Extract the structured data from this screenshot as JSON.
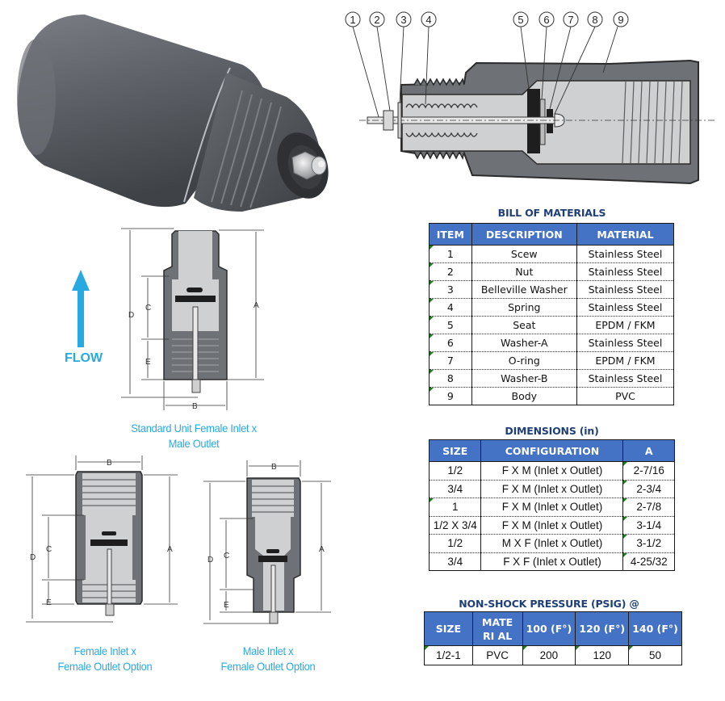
{
  "photo": {
    "alt": "PVC valve body photo"
  },
  "cross_section": {
    "callouts": [
      "1",
      "2",
      "3",
      "4",
      "5",
      "6",
      "7",
      "8",
      "9"
    ]
  },
  "diagrams": {
    "flow_label": "FLOW",
    "dim_labels": {
      "a": "A",
      "b": "B",
      "c": "C",
      "d": "D",
      "e": "E"
    },
    "standard_caption_line1": "Standard Unit Female Inlet x",
    "standard_caption_line2": "Male Outlet",
    "fxf_caption_line1": "Female Inlet x",
    "fxf_caption_line2": "Female Outlet Option",
    "mxf_caption_line1": "Male Inlet x",
    "mxf_caption_line2": "Female Outlet Option"
  },
  "bom": {
    "title": "BILL OF MATERIALS",
    "headers": [
      "ITEM",
      "DESCRIPTION",
      "MATERIAL"
    ],
    "rows": [
      {
        "item": "1",
        "description": "Scew",
        "material": "Stainless Steel"
      },
      {
        "item": "2",
        "description": "Nut",
        "material": "Stainless Steel"
      },
      {
        "item": "3",
        "description": "Belleville Washer",
        "material": "Stainless Steel"
      },
      {
        "item": "4",
        "description": "Spring",
        "material": "Stainless Steel"
      },
      {
        "item": "5",
        "description": "Seat",
        "material": "EPDM / FKM"
      },
      {
        "item": "6",
        "description": "Washer-A",
        "material": "Stainless Steel"
      },
      {
        "item": "7",
        "description": "O-ring",
        "material": "EPDM / FKM"
      },
      {
        "item": "8",
        "description": "Washer-B",
        "material": "Stainless Steel"
      },
      {
        "item": "9",
        "description": "Body",
        "material": "PVC"
      }
    ]
  },
  "dimensions": {
    "title": "DIMENSIONS (in)",
    "headers": [
      "SIZE",
      "CONFIGURATION",
      "A"
    ],
    "rows": [
      {
        "size": "1/2",
        "configuration": "F X M (Inlet x Outlet)",
        "a": "2-7/16"
      },
      {
        "size": "3/4",
        "configuration": "F X M (Inlet x Outlet)",
        "a": "2-3/4"
      },
      {
        "size": "1",
        "configuration": "F X M (Inlet x Outlet)",
        "a": "2-7/8"
      },
      {
        "size": "1/2 X 3/4",
        "configuration": "F X M (Inlet x Outlet)",
        "a": "3-1/4"
      },
      {
        "size": "1/2",
        "configuration": "M X F (Inlet x Outlet)",
        "a": "3-1/2"
      },
      {
        "size": "3/4",
        "configuration": "F X F (Inlet x Outlet)",
        "a": "4-25/32"
      }
    ]
  },
  "pressure": {
    "title": "NON-SHOCK PRESSURE (PSIG) @",
    "headers": [
      "SIZE",
      "MATERI AL",
      "100 (F°)",
      "120 (F°)",
      "140 (F°)"
    ],
    "row": {
      "size": "1/2-1",
      "material": "PVC",
      "p100": "200",
      "p120": "120",
      "p140": "50"
    }
  },
  "colors": {
    "header_blue": "#4472c4",
    "title_navy": "#1f3f77",
    "caption_cyan": "#29a9e1",
    "pvc_gray": "#5e6268"
  }
}
